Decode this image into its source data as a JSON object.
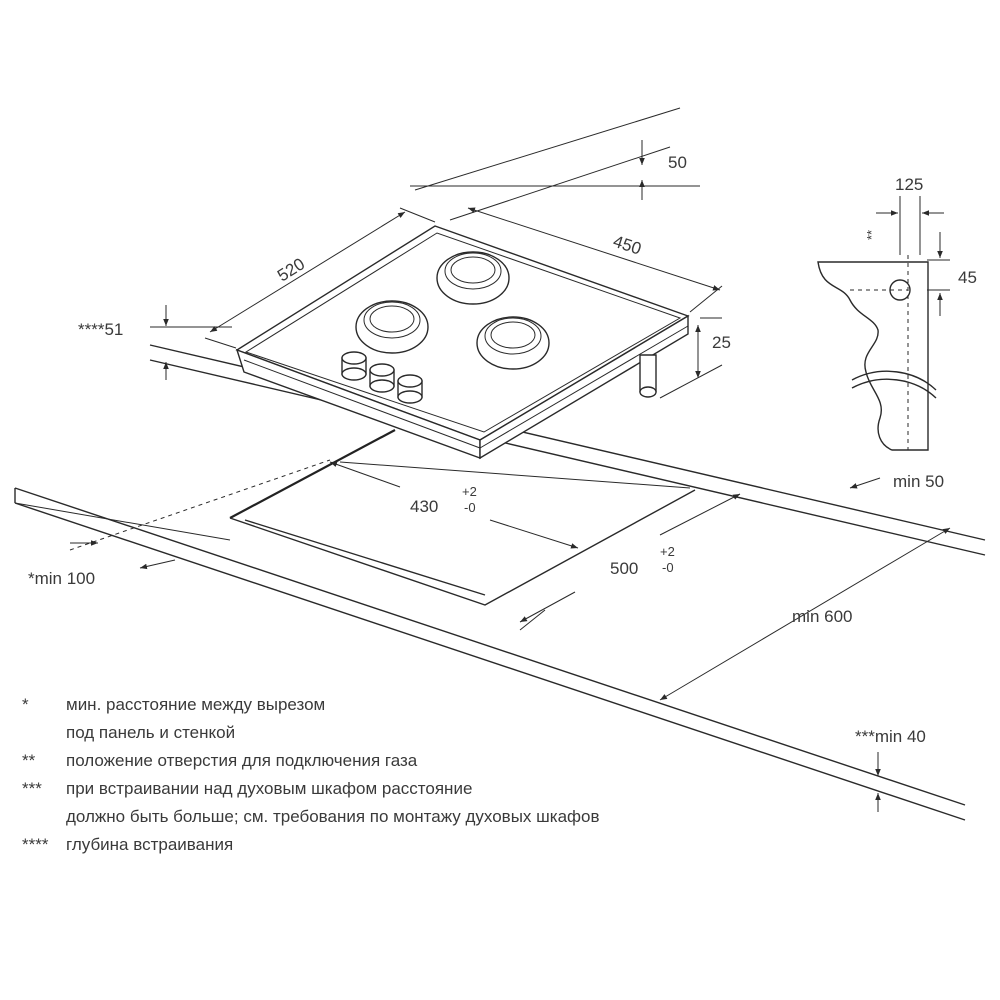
{
  "diagram": {
    "dimensions": {
      "top_gap": "50",
      "depth": "520",
      "width": "450",
      "depth_label": "****51",
      "height": "25",
      "cutout_width": "430",
      "cutout_width_tol_plus": "+2",
      "cutout_width_tol_minus": "-0",
      "cutout_depth": "500",
      "cutout_depth_tol_plus": "+2",
      "cutout_depth_tol_minus": "-0",
      "min_wall": "*min 100",
      "min_back": "min 50",
      "min_worktop": "min 600",
      "min_below": "***min 40",
      "detail_125": "125",
      "detail_45": "45",
      "detail_mark": "**"
    },
    "notes": [
      {
        "symbol": "*",
        "lines": [
          "мин. расстояние между вырезом",
          "под панель и стенкой"
        ]
      },
      {
        "symbol": "**",
        "lines": [
          "положение отверстия для подключения газа"
        ]
      },
      {
        "symbol": "***",
        "lines": [
          "при встраивании над духовым шкафом расстояние",
          "должно быть больше; см. требования по монтажу духовых шкафов"
        ]
      },
      {
        "symbol": "****",
        "lines": [
          "глубина встраивания"
        ]
      }
    ]
  }
}
